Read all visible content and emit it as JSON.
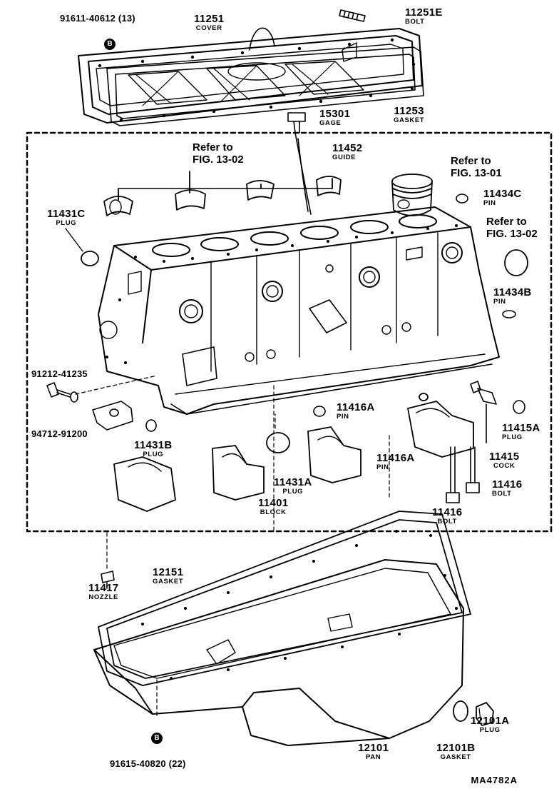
{
  "parts": {
    "cover": {
      "number": "11251",
      "name": "COVER"
    },
    "bolt_top": {
      "number": "11251E",
      "name": "BOLT"
    },
    "gasket_cover": {
      "number": "11253",
      "name": "GASKET"
    },
    "gage": {
      "number": "15301",
      "name": "GAGE"
    },
    "guide": {
      "number": "11452",
      "name": "GUIDE"
    },
    "pin_c": {
      "number": "11434C",
      "name": "PIN"
    },
    "plug_c": {
      "number": "11431C",
      "name": "PLUG"
    },
    "pin_b": {
      "number": "11434B",
      "name": "PIN"
    },
    "plug_b": {
      "number": "11431B",
      "name": "PLUG"
    },
    "pin_a_upper": {
      "number": "11416A",
      "name": "PIN"
    },
    "pin_a_lower": {
      "number": "11416A",
      "name": "PIN"
    },
    "plug_a": {
      "number": "11431A",
      "name": "PLUG"
    },
    "plug_cock": {
      "number": "11415A",
      "name": "PLUG"
    },
    "cock": {
      "number": "11415",
      "name": "COCK"
    },
    "bolt_right": {
      "number": "11416",
      "name": "BOLT"
    },
    "bolt_lower": {
      "number": "11416",
      "name": "BOLT"
    },
    "block": {
      "number": "11401",
      "name": "BLOCK"
    },
    "nozzle": {
      "number": "11417",
      "name": "NOZZLE"
    },
    "gasket_pan": {
      "number": "12151",
      "name": "GASKET"
    },
    "pan": {
      "number": "12101",
      "name": "PAN"
    },
    "gasket_drain": {
      "number": "12101B",
      "name": "GASKET"
    },
    "plug_drain": {
      "number": "12101A",
      "name": "PLUG"
    }
  },
  "codes": {
    "top_left": "91611-40612 (13)",
    "bolt_left": "91212-41235",
    "washer_left": "94712-91200",
    "bottom": "91615-40820 (22)"
  },
  "badge_letter": "B",
  "refs": {
    "fig_1302_top": [
      "Refer to",
      "FIG. 13-02"
    ],
    "fig_1301": [
      "Refer to",
      "FIG. 13-01"
    ],
    "fig_1302_right": [
      "Refer to",
      "FIG. 13-02"
    ]
  },
  "footer_code": "MA4782A"
}
